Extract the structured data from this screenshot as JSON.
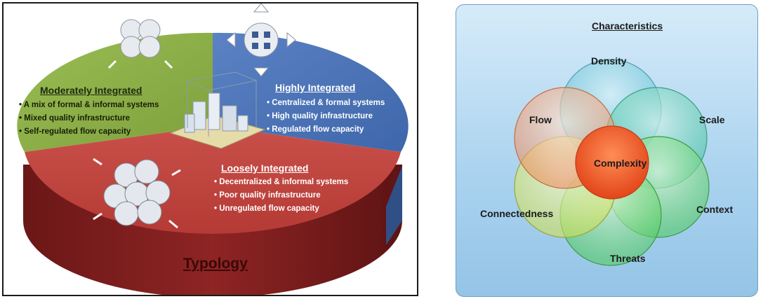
{
  "typology_panel": {
    "moderately": {
      "title": "Moderately Integrated",
      "items": [
        "A mix of formal & informal systems",
        "Mixed quality infrastructure",
        "Self-regulated flow capacity"
      ]
    },
    "highly": {
      "title": "Highly Integrated",
      "items": [
        "Centralized & formal systems",
        "High quality infrastructure",
        "Regulated flow capacity"
      ]
    },
    "loosely": {
      "title": "Loosely Integrated",
      "items": [
        "Decentralized & informal systems",
        "Poor quality infrastructure",
        "Unregulated flow capacity"
      ]
    },
    "footer": "Typology",
    "colors": {
      "green": "#8fb04a",
      "blue": "#4a72b6",
      "red": "#c0403c",
      "rim_red": "#7f1d1d"
    }
  },
  "characteristics_panel": {
    "title": "Characteristics",
    "circles": [
      "Density",
      "Flow",
      "Scale",
      "Connectedness",
      "Context",
      "Threats"
    ],
    "center": "Complexity",
    "colors": {
      "center": "#ee5a1e",
      "background": "#a9d2ef"
    }
  }
}
